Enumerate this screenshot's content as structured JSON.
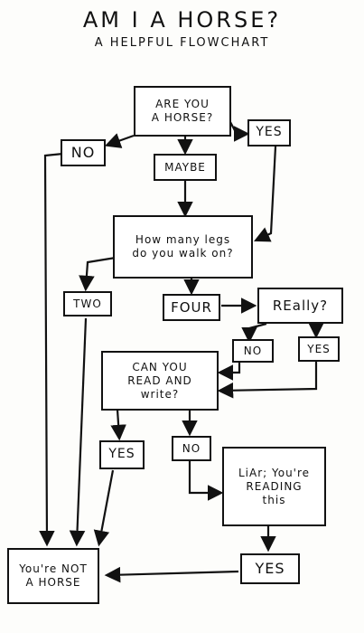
{
  "title": "AM I A HORSE?",
  "subtitle": "A HELPFUL FLOWCHART",
  "nodes": {
    "are_you_horse": "ARE YOU\nA HORSE?",
    "no_top": "NO",
    "yes_top": "YES",
    "maybe": "MAYBE",
    "legs": "How many legs\ndo you walk on?",
    "two": "TWO",
    "four": "FOUR",
    "really": "REally?",
    "no_really": "NO",
    "yes_really": "YES",
    "read_write": "CAN YOU\nREAD AND\nwrite?",
    "yes_read": "YES",
    "no_read": "NO",
    "liar": "LiAr; You're\nREADING\nthis",
    "yes_bottom": "YES",
    "not_horse": "You're NOT\nA HORSE"
  }
}
